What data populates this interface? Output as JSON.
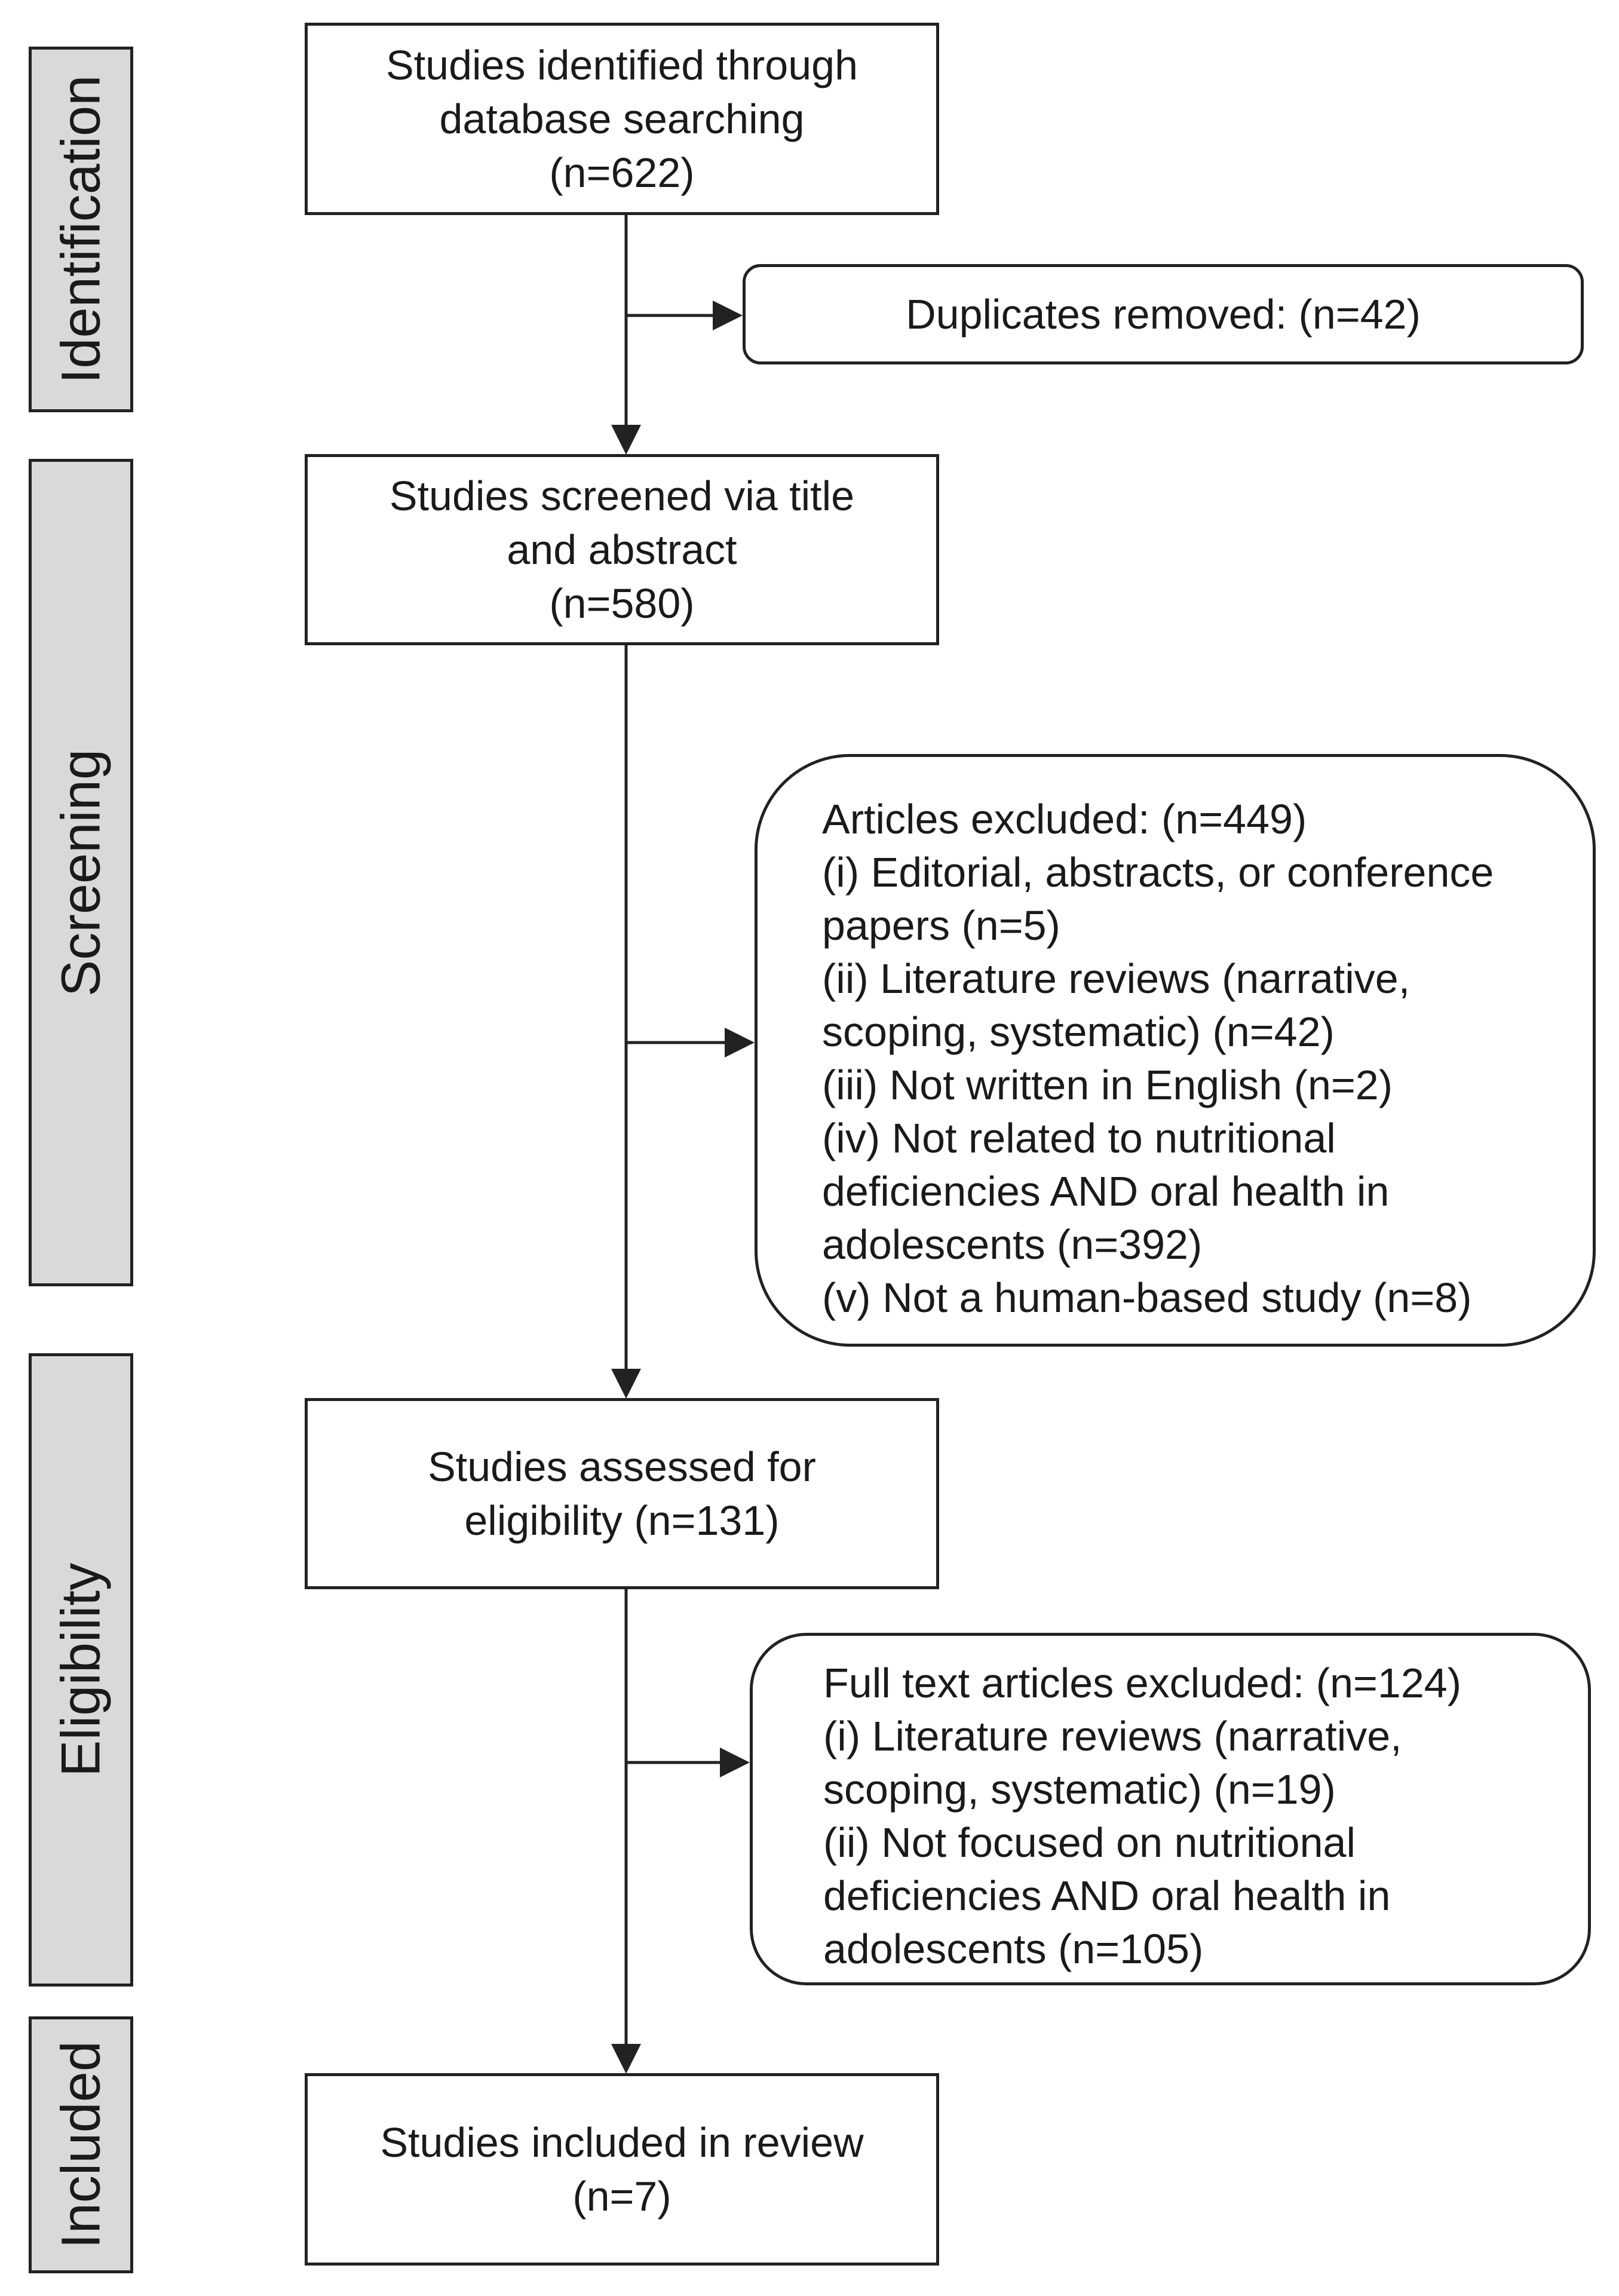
{
  "phases": {
    "identification": "Identification",
    "screening": "Screening",
    "eligibility": "Eligibility",
    "included": "Included"
  },
  "boxes": {
    "identified": "Studies identified through\ndatabase searching\n(n=622)",
    "screened": "Studies screened via title\nand abstract\n(n=580)",
    "assessed": "Studies assessed for\neligibility (n=131)",
    "included": "Studies included in review\n(n=7)"
  },
  "duplicates": "Duplicates removed:  (n=42)",
  "articles_excluded": {
    "lines": [
      "Articles excluded:  (n=449)",
      "(i) Editorial, abstracts, or conference",
      "papers (n=5)",
      "(ii) Literature reviews  (narrative,",
      "scoping, systematic) (n=42)",
      "(iii) Not written in English (n=2)",
      "(iv) Not related to nutritional",
      "deficiencies AND oral health in",
      "adolescents (n=392)",
      "(v) Not a human-based study (n=8)"
    ]
  },
  "fulltext_excluded": {
    "lines": [
      "Full text articles excluded: (n=124)",
      "(i) Literature reviews  (narrative,",
      "scoping, systematic) (n=19)",
      "(ii) Not focused on nutritional",
      "deficiencies AND oral health in",
      "adolescents (n=105)"
    ]
  }
}
